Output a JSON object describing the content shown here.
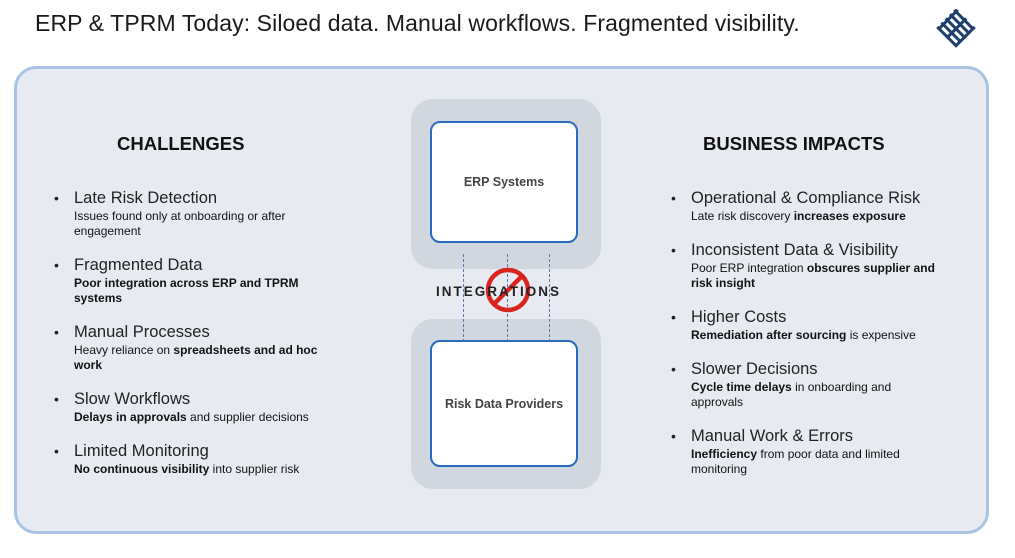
{
  "title": "ERP & TPRM Today: Siloed data. Manual workflows. Fragmented visibility.",
  "logo": {
    "icon": "grid-diamond-logo-icon",
    "color": "#1f3f6e"
  },
  "colors": {
    "panel_bg": "#e7ebf1",
    "panel_border": "#a9c3e2",
    "box_border": "#2a6bbf",
    "no_sign": "#d9241f"
  },
  "challenges": {
    "heading": "CHALLENGES",
    "items": [
      {
        "title": "Late Risk Detection",
        "desc_bold": "",
        "desc": "Issues found only at onboarding or after engagement"
      },
      {
        "title": "Fragmented Data",
        "desc_bold": "Poor integration across ERP and TPRM systems",
        "desc": ""
      },
      {
        "title": "Manual Processes",
        "desc": "Heavy reliance on ",
        "desc_bold": "spreadsheets and ad hoc work"
      },
      {
        "title": "Slow Workflows",
        "desc_bold": "Delays in approvals",
        "desc": " and supplier decisions"
      },
      {
        "title": "Limited Monitoring",
        "desc_bold": "No continuous visibility",
        "desc": " into supplier risk"
      }
    ]
  },
  "center": {
    "top_box": "ERP Systems",
    "bottom_box": "Risk Data Providers",
    "connector_label": "INTEGRATIONS",
    "connector_icon": "no-sign-icon"
  },
  "impacts": {
    "heading": "BUSINESS IMPACTS",
    "items": [
      {
        "title": "Operational & Compliance Risk",
        "desc": "Late risk discovery ",
        "desc_bold": "increases exposure"
      },
      {
        "title": "Inconsistent Data & Visibility",
        "desc": "Poor ERP integration ",
        "desc_bold": "obscures supplier and risk insight"
      },
      {
        "title": "Higher Costs",
        "desc_bold": "Remediation after sourcing",
        "desc": " is expensive"
      },
      {
        "title": "Slower Decisions",
        "desc_bold": "Cycle time delays",
        "desc": " in onboarding and approvals"
      },
      {
        "title": "Manual Work & Errors",
        "desc_bold": "Inefficiency",
        "desc": " from poor data and limited monitoring"
      }
    ]
  }
}
